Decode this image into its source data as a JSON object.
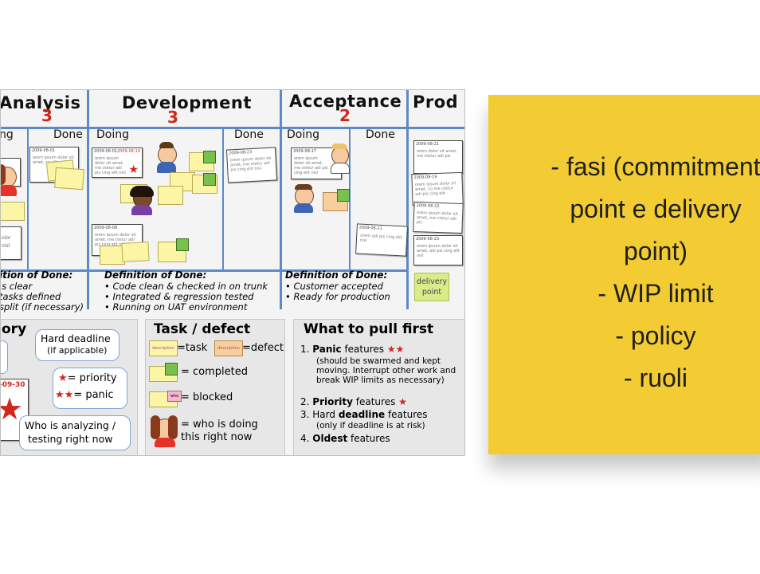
{
  "board": {
    "phases": [
      {
        "name": "Analysis",
        "limit": "3"
      },
      {
        "name": "Development",
        "limit": "3"
      },
      {
        "name": "Acceptance",
        "limit": "2"
      },
      {
        "name": "Prod",
        "limit": ""
      }
    ],
    "subcolumns": {
      "analysis_doing": "ng",
      "analysis_done": "Done",
      "dev_doing": "Doing",
      "dev_done": "Done",
      "acc_doing": "Doing",
      "acc_done": "Done"
    },
    "card_dates": {
      "analysis_done_1": "2009-08-01",
      "dev_doing_1": "2009-08-01",
      "dev_doing_1_deadline": "2009-08-19",
      "dev_doing_2": "2009-08-08",
      "dev_done_1": "2009-08-23",
      "acc_doing_1": "2009-08-17",
      "acc_done_1": "2009-08-21",
      "prod_1": "2009-08-21",
      "prod_2": "2009-08-19",
      "prod_3": "2009-08-22",
      "prod_4": "2009-08-23"
    },
    "card_texts": {
      "analysis_done_1": "orem ipsum dolor sit amet, co elit nsi",
      "dev_doing_1": "orem ipsum dolor sit amet, me ctetur adi pis cing elit nisl",
      "dev_doing_2": "orem ipsum dolor sit amet, me ctetur adi pis cing elit nisl",
      "dev_done_1": "orem ipsum dolor sit amet, me ctetur adi pis cing elit nisl",
      "acc_doing_1": "orem ipsum dolor sit amet, me ctetur adi pis cing elit nisl",
      "acc_done_1": "orem adi pis cing elit nisl",
      "prod_1": "orem dolor sit amet, me ctetur adi pis",
      "prod_2": "orem ipsum dolor sit amet, co me ctetur adi pis cing elit",
      "prod_3": "orem ipsum dolor sit amet, me ctetur adi pis",
      "prod_4": "orem ipsum dolor sit amet, adi pis cing elit nisl",
      "analysis_partial_1": "olor",
      "analysis_partial_2": "nisl"
    },
    "dod": {
      "analysis_title": "ition of Done:",
      "analysis_items": [
        "'s clear",
        "tasks defined",
        "split (if necessary)"
      ],
      "dev_title": "Definition of Done:",
      "dev_items": [
        "Code clean & checked in on trunk",
        "Integrated & regression tested",
        "Running on UAT environment"
      ],
      "acc_title": "Definition of Done:",
      "acc_items": [
        "Customer accepted",
        "Ready for production"
      ]
    },
    "delivery_point": "delivery point",
    "story_panel": {
      "title": "ory",
      "deadline_bubble": "Hard deadline",
      "deadline_sub": "(if applicable)",
      "date": "-09-30",
      "priority": "= priority",
      "panic": "= panic",
      "who_bubble_1": "Who is analyzing /",
      "who_bubble_2": "testing right now"
    },
    "task_panel": {
      "title": "Task / defect",
      "task_label": "=task",
      "defect_label": "=defect",
      "completed_label": "= completed",
      "blocked_label": "= blocked",
      "who_label_1": "= who is doing",
      "who_label_2": "this right now",
      "sticky_task": "description",
      "sticky_defect": "description",
      "sticky_blocked": "who"
    },
    "pull_panel": {
      "title": "What to pull first",
      "items": [
        {
          "n": "1.",
          "head": "Panic",
          "tail": " features",
          "note": "(should be swarmed and kept moving. Interrupt other work and break WIP limits as necessary)"
        },
        {
          "n": "2.",
          "head": "Priority",
          "tail": " features",
          "note": ""
        },
        {
          "n": "3.",
          "head": "Hard ",
          "bold": "deadline",
          "tail": " features",
          "note": "(only if deadline is at risk)"
        },
        {
          "n": "4.",
          "head": "Oldest",
          "tail": " features",
          "note": ""
        }
      ]
    }
  },
  "note": {
    "lines": [
      "- fasi (commitment",
      "point e delivery",
      "point)",
      "- WIP limit",
      "- policy",
      "- ruoli"
    ]
  },
  "colors": {
    "board_line": "#5b8ac6",
    "limit_red": "#d2261b",
    "note_yellow": "#f2cc32",
    "sticky_yellow": "#fdf5a6",
    "completed_green": "#78c14d",
    "delivery_green": "#d8ec87"
  }
}
